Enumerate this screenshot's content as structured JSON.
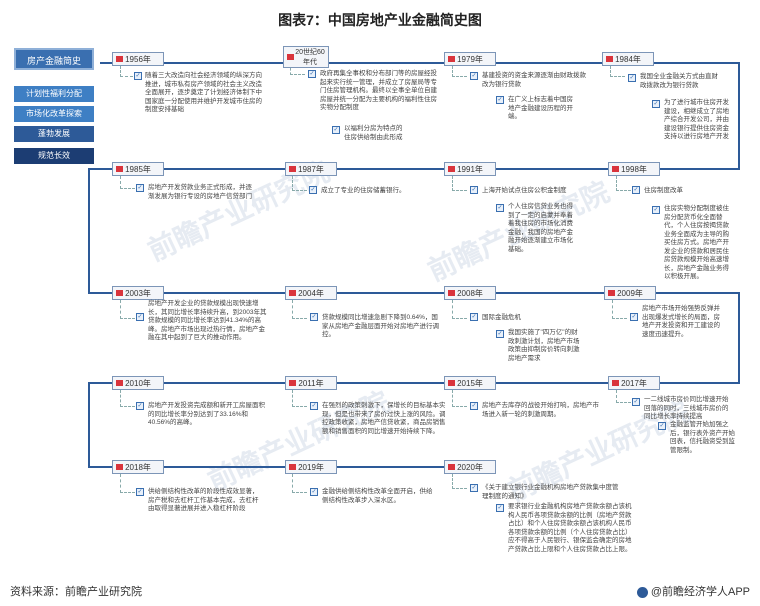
{
  "title": "图表7：中国房地产业金融简史图",
  "legend": {
    "main": "房产金融简史",
    "items": [
      "计划性福利分配",
      "市场化改革探索",
      "蓬勃发展",
      "规范长效"
    ]
  },
  "watermark": "前瞻产业研究院",
  "events": [
    {
      "year": "1956年",
      "text": "随着三大改造向社会经济领域的纵深方向推进，城市私有房产领域的社会主义改造全面展开，逐步奠定了计划经济体制下中国家庭一分配使用并维护开发城市住房的制度安排基础"
    },
    {
      "year": "20世纪60年代",
      "text": "政府再集全事权和分布部门等的房屋经投起来实行统一管理，并成立了房屋局等专门住房管理机构。最终以全事全单位自建房屋并统一分配为主要机构的福利性住房实物分配制度",
      "sub": "以福利分房为特点的住房供给制由此形成"
    },
    {
      "year": "1979年",
      "text": "基建投资的资金来源逐渐由财政拨款改为银行贷款",
      "sub": "在广义上标志着中国房地产金融建设历程的开端。"
    },
    {
      "year": "1984年",
      "text": "我国全业金融关方式由直财政拨款改为银行贷款",
      "sub": "为了进行城市住房开发建设，相继成立了房地产综合开发公司，并由建设银行提供住房资金支持以进行房地产开发"
    },
    {
      "year": "1985年",
      "text": "房地产开发贷款业务正式形成，并逐渐发展为银行专设的房地产信贷部门"
    },
    {
      "year": "1987年",
      "text": "成立了专业的住房储蓄银行。"
    },
    {
      "year": "1991年",
      "text": "上海开始试点住房公积金制度",
      "sub": "个人住房信贷业务也得到了一定的启蒙并奉着着我住房的市场化消费金融，我国的房地产金融开始逐渐建立市场化基础。"
    },
    {
      "year": "1998年",
      "text": "住房制度改革",
      "sub": "住房实物分配制度被住房分配货币化全面替代，个人住房按揭贷款业务全面成为主导的购买住房方式。房地产开发企业的贷款和居民住房贷款规模开始高速增长，房地产金融业务得以积极开展。"
    },
    {
      "year": "2003年",
      "text": "房地产开发企业的贷款规模出现快速增长，其同比增长率持续升高，到2003年其贷款规模的同比增长率达到41.34%的高峰。房地产市场出现过热行情，房地产金融在其中起到了巨大的推动作用。"
    },
    {
      "year": "2004年",
      "text": "贷款规模同比增速急剧下降到0.64%，国家从房地产金融层面开始对房地产进行调控。"
    },
    {
      "year": "2008年",
      "text": "国际金融危机",
      "sub": "我国实施了\"四万亿\"的财政刺激计划，房地产市场政策由抑制房价转向刺激房地产需求"
    },
    {
      "year": "2009年",
      "text": "房地产市场开始强势反弹并出现爆发式增长的局面，房地产开发投资和开工建设的速度迅速提升。"
    },
    {
      "year": "2010年",
      "text": "房地产开发投资完成额和新开工房屋面积的同比增长率分别达到了33.16%和40.56%的高峰。"
    },
    {
      "year": "2011年",
      "text": "在强烈的政策刺激下，保增长的目标基本实现，但是也带来了房价过快上涨的风险。调控政策收紧，房地产信贷收紧，商品房销售额和销售面积的同比增速开始持续下降。"
    },
    {
      "year": "2015年",
      "text": "房地产去库存的战役开始打响，房地产市场进入新一轮的刺激周期。"
    },
    {
      "year": "2017年",
      "text": "一二线城市房价同比增速开始回落的同时，三线城市房价的同比增长率持续提高",
      "sub": "金融监管开始加强之后，银行表外资产开始回表，信托融资受到监管限制。"
    },
    {
      "year": "2018年",
      "text": "供给侧结构性改革的阶段性成效显著，房产税和去杠杆工作基本完成，去杠杆由取得显著进展并进入稳杠杆阶段"
    },
    {
      "year": "2019年",
      "text": "金融供给侧结构性改革全面开启，供给侧结构性改革步入深水区。"
    },
    {
      "year": "2020年",
      "text": "《关于建立银行业金融机构房地产贷款集中度管理制度的通知》",
      "sub": "要求银行业金融机构房地产贷款余额占该机构人民币各项贷款余额的比例（房地产贷款占比）和个人住房贷款余额占该机构人民币各项贷款余额的比例（个人住房贷款占比）应不得高于人民银行、银保监会确定的房地产贷款占比上限和个人住房贷款占比上限。"
    }
  ],
  "footer": {
    "source": "资料来源：前瞻产业研究院",
    "brand": "@前瞻经济学人APP"
  }
}
